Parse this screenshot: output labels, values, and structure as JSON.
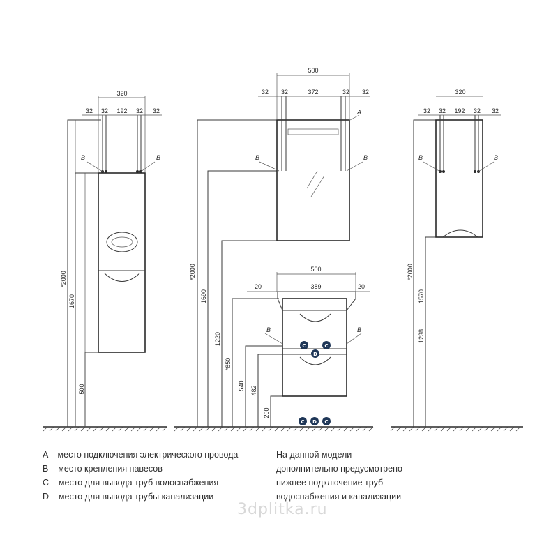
{
  "dimensions": {
    "left_total_width": "320",
    "left_segments": [
      "32",
      "32",
      "192",
      "32",
      "32"
    ],
    "left_height_total": "*2000",
    "left_height_mount": "1670",
    "left_height_base": "500",
    "center_top_width": "500",
    "center_top_segments": [
      "32",
      "32",
      "372",
      "32",
      "32"
    ],
    "center_height_total": "*2000",
    "center_height_mount": "1690",
    "center_height_cabinet": "1220",
    "center_height_sink": "*850",
    "center_height_mid": "540",
    "center_height_low": "482",
    "center_height_floor": "200",
    "center_sink_width": "500",
    "center_sink_segments": [
      "20",
      "389",
      "20"
    ],
    "right_total_width": "320",
    "right_segments": [
      "32",
      "32",
      "192",
      "32",
      "32"
    ],
    "right_height_total": "*2000",
    "right_height_mount": "1570",
    "right_height_base": "1238"
  },
  "markers": {
    "a": "A",
    "b": "B",
    "c": "C",
    "d": "D"
  },
  "legend": {
    "a": "A – место подключения электрического провода",
    "b": "B – место крепления навесов",
    "c": "C – место для вывода труб водоснабжения",
    "d": "D – место для вывода трубы канализации"
  },
  "note": {
    "line1": "На данной модели",
    "line2": "дополнительно предусмотрено",
    "line3": "нижнее подключение труб",
    "line4": "водоснабжения и канализации"
  },
  "watermark": "3dplitka.ru"
}
